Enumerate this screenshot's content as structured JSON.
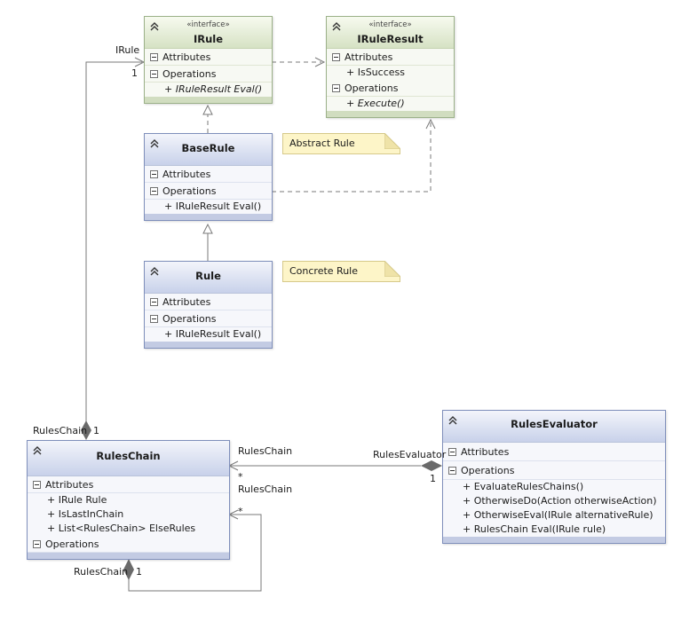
{
  "classes": {
    "irule": {
      "stereotype": "«interface»",
      "name": "IRule",
      "attributes_label": "Attributes",
      "operations_label": "Operations",
      "operations": [
        "+ IRuleResult Eval()"
      ]
    },
    "iruleresult": {
      "stereotype": "«interface»",
      "name": "IRuleResult",
      "attributes_label": "Attributes",
      "attributes": [
        "+ IsSuccess"
      ],
      "operations_label": "Operations",
      "operations": [
        "+ Execute()"
      ]
    },
    "baserule": {
      "name": "BaseRule",
      "attributes_label": "Attributes",
      "operations_label": "Operations",
      "operations": [
        "+ IRuleResult Eval()"
      ]
    },
    "rule": {
      "name": "Rule",
      "attributes_label": "Attributes",
      "operations_label": "Operations",
      "operations": [
        "+ IRuleResult Eval()"
      ]
    },
    "ruleschain": {
      "name": "RulesChain",
      "attributes_label": "Attributes",
      "attributes": [
        "+ IRule Rule",
        "+ IsLastInChain",
        "+ List<RulesChain> ElseRules"
      ],
      "operations_label": "Operations"
    },
    "rulesevaluator": {
      "name": "RulesEvaluator",
      "attributes_label": "Attributes",
      "operations_label": "Operations",
      "operations": [
        "+ EvaluateRulesChains()",
        "+ OtherwiseDo(Action otherwiseAction)",
        "+ OtherwiseEval(IRule alternativeRule)",
        "+ RulesChain Eval(IRule rule)"
      ]
    }
  },
  "notes": {
    "abstract": "Abstract Rule",
    "concrete": "Concrete Rule"
  },
  "labels": {
    "irule_role": "IRule",
    "irule_mult": "1",
    "chain_role_bottom": "RulesChain",
    "chain_mult_bottom": "1",
    "eval_chain_role": "RulesChain",
    "eval_chain_mult": "*",
    "eval_role": "RulesEvaluator",
    "eval_mult": "1",
    "self_role_top": "RulesChain",
    "self_mult_top": "*",
    "self_role_bottom": "RulesChain",
    "self_mult_bottom": "1"
  },
  "colors": {
    "concrete_header": "#c8d1ea",
    "interface_header": "#d6e2c4",
    "note_fill": "#fdf5c8",
    "line": "#7a7a7a"
  }
}
